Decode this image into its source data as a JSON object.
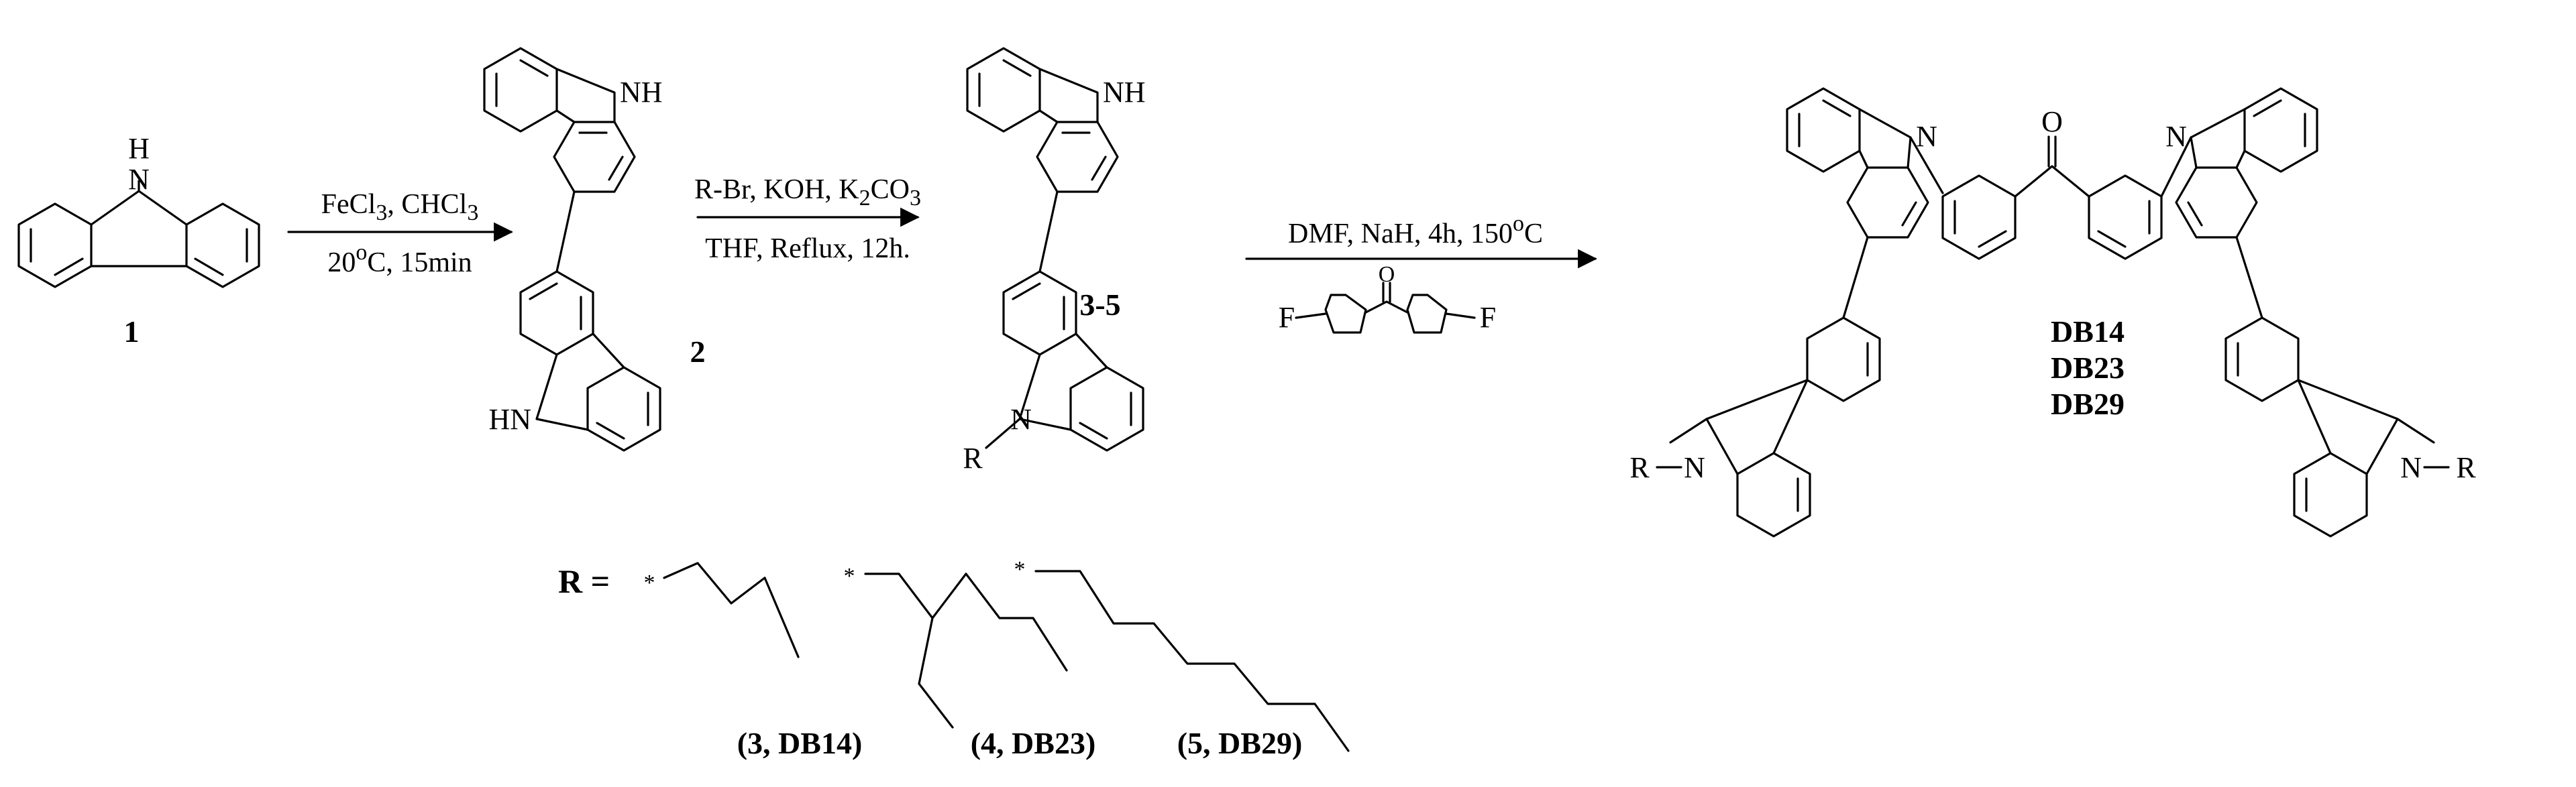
{
  "compounds": {
    "c1": "1",
    "c2": "2",
    "c35": "3-5",
    "db14": "DB14",
    "db23": "DB23",
    "db29": "DB29"
  },
  "atoms": {
    "nh": "NH",
    "n": "N",
    "hn": "HN",
    "h": "H",
    "r": "R",
    "o": "O",
    "f": "F"
  },
  "conditions": {
    "step1_a": "FeCl",
    "step1_a_sub": "3",
    "step1_b": ", CHCl",
    "step1_b_sub": "3",
    "step1_c": "20",
    "step1_c_sup": "o",
    "step1_d": "C, 15min",
    "step2_a": "R-Br, KOH, K",
    "step2_a_sub": "2",
    "step2_b": "CO",
    "step2_b_sub": "3",
    "step2_c": "THF, Reflux, 12h.",
    "step3_a": "DMF, NaH, 4h, 150",
    "step3_a_sup": "o",
    "step3_b": "C"
  },
  "r_groups": {
    "r_label": "R =",
    "star": "*",
    "label_3": "(3, DB14)",
    "label_4": "(4, DB23)",
    "label_5": "(5, DB29)"
  }
}
